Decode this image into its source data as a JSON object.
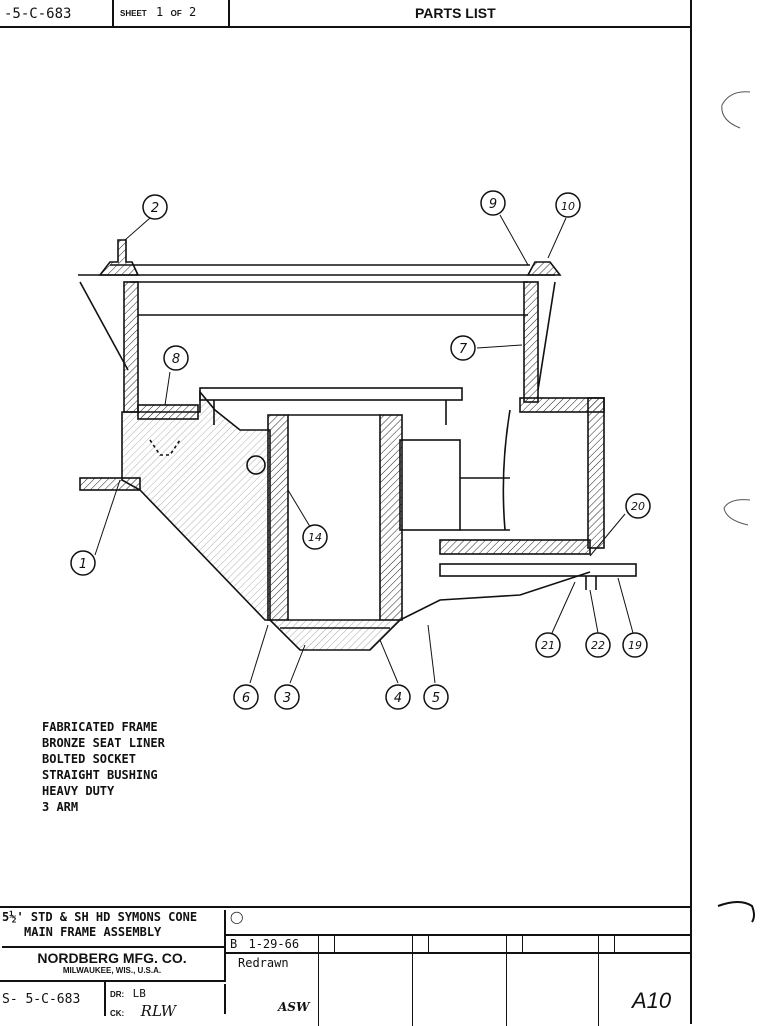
{
  "header": {
    "drawing_no": "-5-C-683",
    "sheet_label": "SHEET",
    "sheet_num": "1",
    "sheet_of": "OF",
    "sheet_total": "2",
    "title": "PARTS LIST"
  },
  "callouts": {
    "c1": "1",
    "c2": "2",
    "c3": "3",
    "c4": "4",
    "c5": "5",
    "c6": "6",
    "c7": "7",
    "c8": "8",
    "c9": "9",
    "c10": "10",
    "c14": "14",
    "c19": "19",
    "c20": "20",
    "c21": "21",
    "c22": "22"
  },
  "notes": [
    "FABRICATED FRAME",
    "BRONZE SEAT LINER",
    "BOLTED SOCKET",
    "STRAIGHT BUSHING",
    "HEAVY DUTY",
    "3 ARM"
  ],
  "title_block": {
    "desc_line1": "5½' STD & SH HD SYMONS CONE",
    "desc_line2": "MAIN FRAME ASSEMBLY",
    "company": "NORDBERG MFG. CO.",
    "location": "MILWAUKEE, WIS., U.S.A.",
    "drawing_no": "S- 5-C-683",
    "dr_label": "DR:",
    "dr_value": "LB",
    "ck_label": "CK:",
    "ck_signature": "RLW",
    "revision_letter": "B",
    "revision_date": "1-29-66",
    "revision_note": "Redrawn",
    "initials": "ASW",
    "page_code": "A10"
  }
}
